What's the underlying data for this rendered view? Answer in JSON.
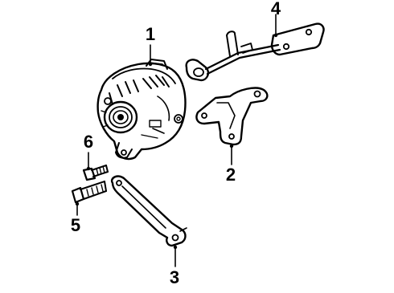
{
  "diagram": {
    "callouts": [
      "1",
      "2",
      "3",
      "4",
      "5",
      "6"
    ],
    "parts": [
      {
        "callout": "1",
        "icon": "alternator-icon"
      },
      {
        "callout": "2",
        "icon": "bracket-icon"
      },
      {
        "callout": "3",
        "icon": "brace-icon"
      },
      {
        "callout": "4",
        "icon": "rod-bracket-icon"
      },
      {
        "callout": "5",
        "icon": "bolt-icon"
      },
      {
        "callout": "6",
        "icon": "stud-icon"
      }
    ]
  }
}
